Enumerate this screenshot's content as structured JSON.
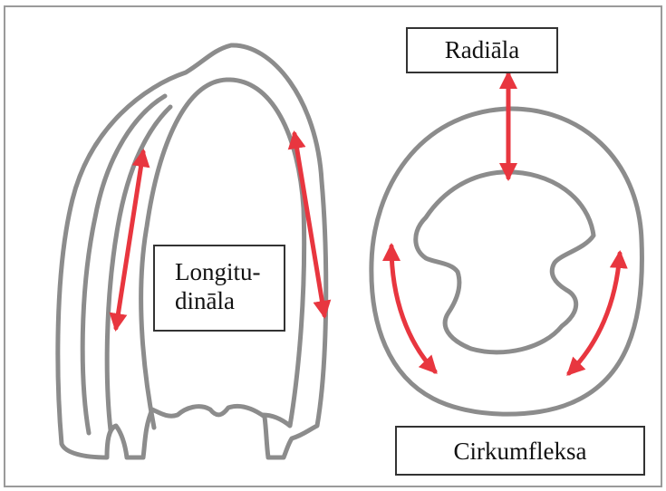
{
  "labels": {
    "longitudinal_line1": "Longitu-",
    "longitudinal_line2": "dināla",
    "radial": "Radiāla",
    "circumflex": "Cirkumfleksa"
  },
  "colors": {
    "outline": "#8c8c8c",
    "arrow": "#e8363f",
    "box_border": "#333333"
  }
}
